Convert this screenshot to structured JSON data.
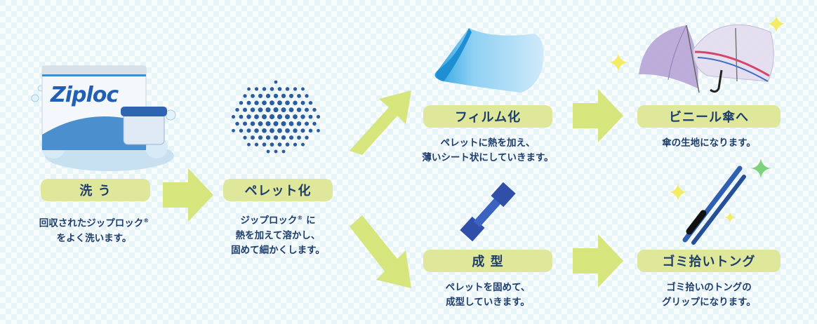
{
  "steps": {
    "wash": {
      "label": "洗 う",
      "desc_line1": "回収されたジップロック",
      "desc_mark": "®",
      "desc_line2": "をよく洗います。",
      "logo_text": "Ziploc"
    },
    "pellet": {
      "label": "ペレット化",
      "desc_line1a": "ジップロック",
      "desc_mark": "®",
      "desc_line1b": "に",
      "desc_line2": "熱を加えて溶かし、",
      "desc_line3": "固めて細かくします。"
    },
    "film": {
      "label": "フィルム化",
      "desc_line1": "ペレットに熱を加え、",
      "desc_line2": "薄いシート状にしていきます。"
    },
    "umbrella": {
      "label": "ビニール傘へ",
      "desc_line1": "傘の生地になります。"
    },
    "mold": {
      "label": "成 型",
      "desc_line1": "ペレットを固めて、",
      "desc_line2": "成型していきます。"
    },
    "tongs": {
      "label": "ゴミ拾いトング",
      "desc_line1": "ゴミ拾いのトングの",
      "desc_line2": "グリップになります。"
    }
  },
  "colors": {
    "pill": "#dfe79a",
    "arrow": "#d6e57c",
    "text": "#1e3d6b",
    "pellet": "#2a5c9e",
    "film": "#58b7e8",
    "grip": "#2f5fb2",
    "sparkle": "#f4ec63",
    "sparkle_green": "#7cd27a"
  }
}
